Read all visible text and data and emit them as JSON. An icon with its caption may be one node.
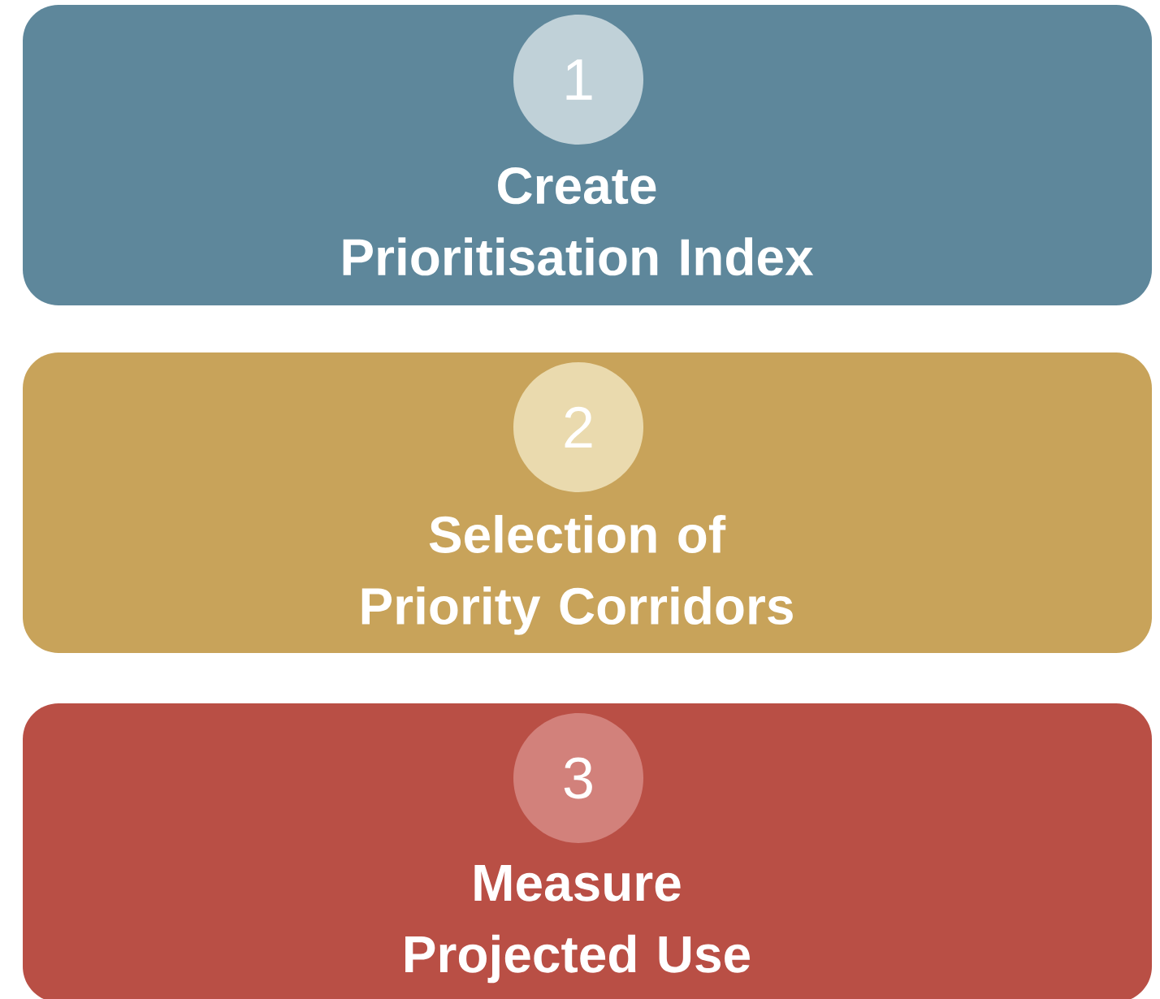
{
  "diagram": {
    "nodes": [
      {
        "text": [
          "Create Prioritisation Index"
        ]
      },
      {
        "text": [
          "1"
        ],
        "in": 0
      },
      {
        "text": [
          "Selection of Priority Corridors"
        ]
      },
      {
        "text": [
          "2"
        ],
        "in": 2
      },
      {
        "text": [
          "Measure Projected Use"
        ]
      },
      {
        "text": [
          "3"
        ],
        "in": 4
      }
    ]
  }
}
